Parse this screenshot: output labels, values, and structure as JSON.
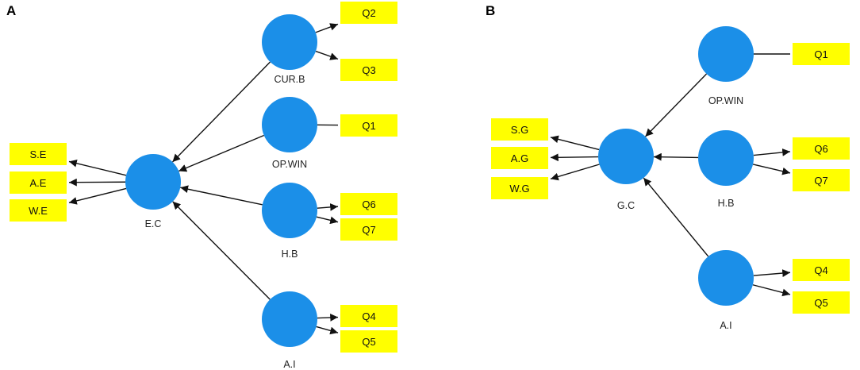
{
  "panels": [
    {
      "letter": "A",
      "latent": [
        {
          "id": "CUR.B",
          "label": "CUR.B"
        },
        {
          "id": "OP.WIN",
          "label": "OP.WIN"
        },
        {
          "id": "E.C",
          "label": "E.C"
        },
        {
          "id": "H.B",
          "label": "H.B"
        },
        {
          "id": "A.I",
          "label": "A.I"
        }
      ],
      "indicators": [
        {
          "id": "A-Q2",
          "label": "Q2"
        },
        {
          "id": "A-Q3",
          "label": "Q3"
        },
        {
          "id": "A-Q1",
          "label": "Q1"
        },
        {
          "id": "A-Q6",
          "label": "Q6"
        },
        {
          "id": "A-Q7",
          "label": "Q7"
        },
        {
          "id": "A-Q4",
          "label": "Q4"
        },
        {
          "id": "A-Q5",
          "label": "Q5"
        },
        {
          "id": "A-SE",
          "label": "S.E"
        },
        {
          "id": "A-AE",
          "label": "A.E"
        },
        {
          "id": "A-WE",
          "label": "W.E"
        }
      ]
    },
    {
      "letter": "B",
      "latent": [
        {
          "id": "B-OPWIN",
          "label": "OP.WIN"
        },
        {
          "id": "G.C",
          "label": "G.C"
        },
        {
          "id": "B-HB",
          "label": "H.B"
        },
        {
          "id": "B-AI",
          "label": "A.I"
        }
      ],
      "indicators": [
        {
          "id": "B-Q1",
          "label": "Q1"
        },
        {
          "id": "B-Q6",
          "label": "Q6"
        },
        {
          "id": "B-Q7",
          "label": "Q7"
        },
        {
          "id": "B-Q4",
          "label": "Q4"
        },
        {
          "id": "B-Q5",
          "label": "Q5"
        },
        {
          "id": "B-SG",
          "label": "S.G"
        },
        {
          "id": "B-AG",
          "label": "A.G"
        },
        {
          "id": "B-WG",
          "label": "W.G"
        }
      ]
    }
  ],
  "colors": {
    "latent_fill": "#1b8fe8",
    "indicator_fill": "#ffff00",
    "arrow": "#111111"
  }
}
